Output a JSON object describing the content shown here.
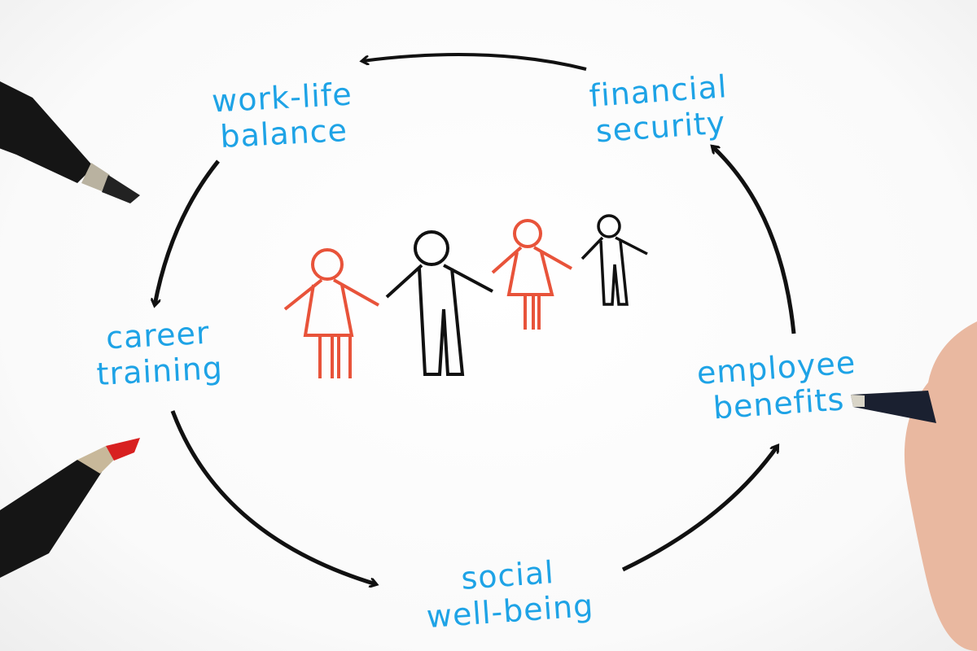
{
  "diagram": {
    "nodes": [
      {
        "line1": "work-life",
        "line2": "balance"
      },
      {
        "line1": "financial",
        "line2": "security"
      },
      {
        "line1": "career",
        "line2": "training"
      },
      {
        "line1": "employee",
        "line2": "benefits"
      },
      {
        "line1": "social",
        "line2": "well-being"
      }
    ],
    "colors": {
      "text": "#1ea3e6",
      "arrow": "#111111",
      "figure_red": "#e8533a",
      "figure_black": "#111111"
    }
  }
}
